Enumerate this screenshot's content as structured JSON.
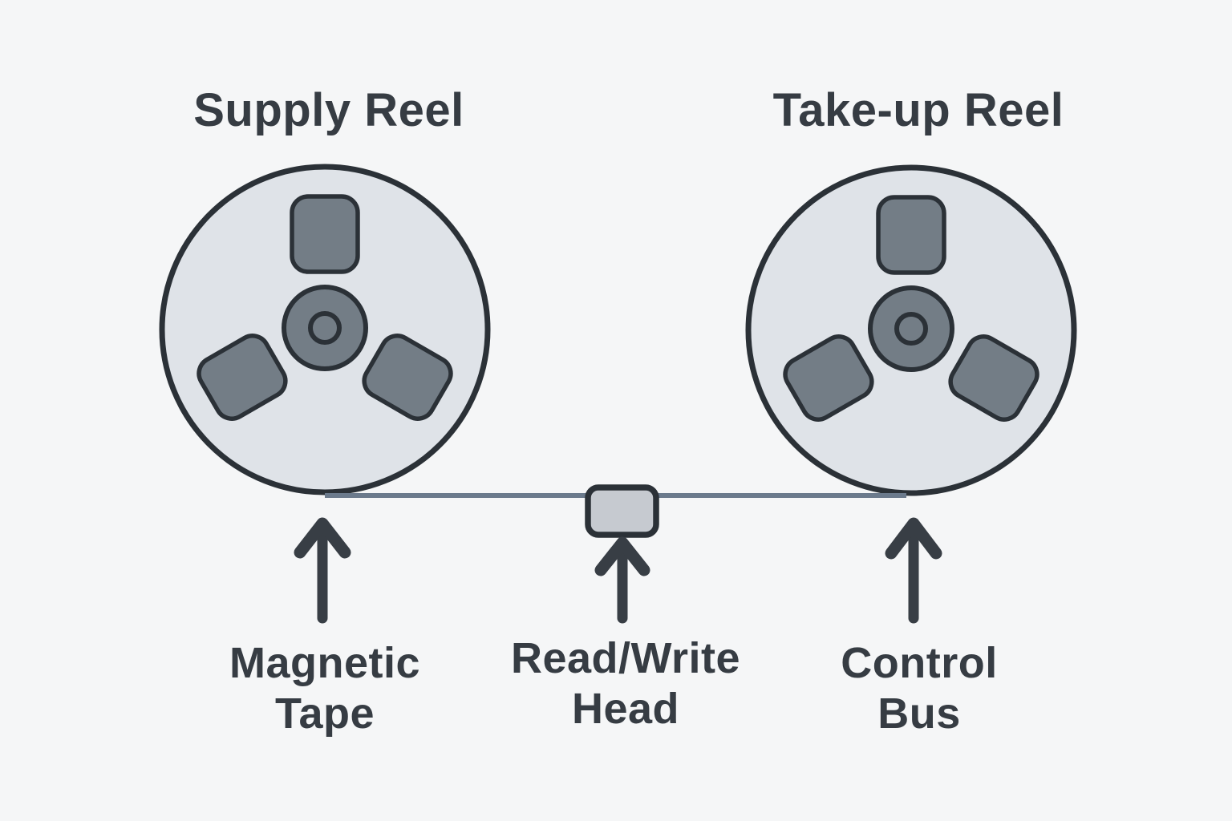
{
  "diagram": {
    "titles": {
      "supply_reel": "Supply Reel",
      "takeup_reel": "Take-up Reel"
    },
    "labels": {
      "magnetic_tape": {
        "line1": "Magnetic",
        "line2": "Tape"
      },
      "read_write_head": {
        "line1": "Read/Write",
        "line2": "Head"
      },
      "control_bus": {
        "line1": "Control",
        "line2": "Bus"
      }
    },
    "icons": {
      "supply_reel": "tape-reel-icon",
      "takeup_reel": "tape-reel-icon",
      "arrows": "arrow-up-icon"
    },
    "colors": {
      "background": "#f5f6f7",
      "reel_fill": "#dfe3e8",
      "reel_outline": "#2b3137",
      "hub_fill": "#737d86",
      "spoke_fill": "#737d86",
      "tape": "#6b7a8c",
      "head_fill": "#c6cad0",
      "text": "#363c43",
      "arrow": "#383e45"
    }
  }
}
